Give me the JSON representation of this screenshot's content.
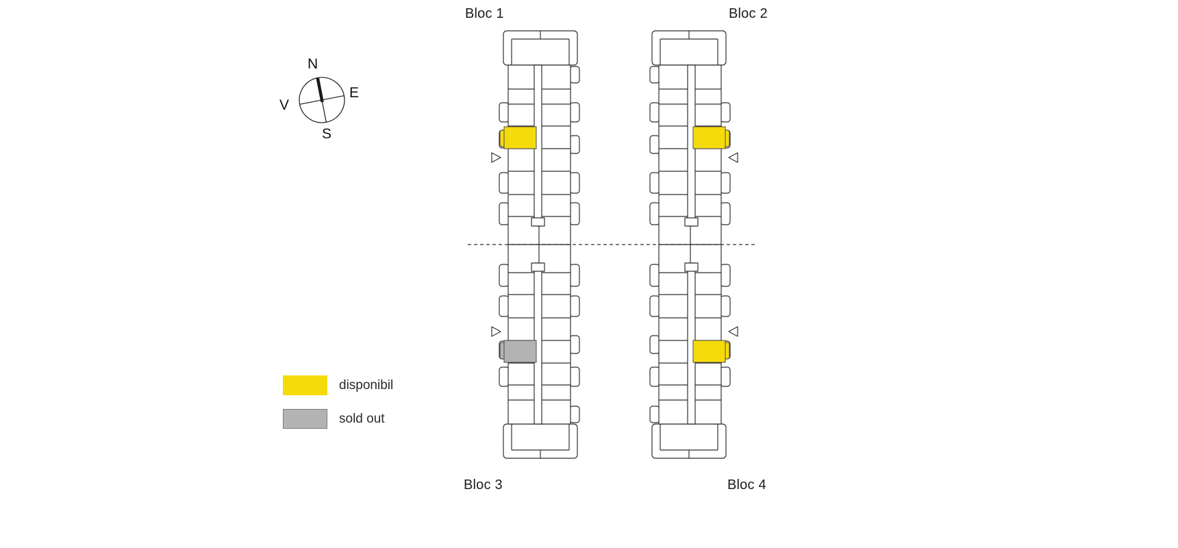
{
  "compass": {
    "n": "N",
    "e": "E",
    "s": "S",
    "v": "V"
  },
  "blocs": [
    {
      "label": "Bloc 1"
    },
    {
      "label": "Bloc 2"
    },
    {
      "label": "Bloc 3"
    },
    {
      "label": "Bloc 4"
    }
  ],
  "units": [
    {
      "bloc": "Bloc 1",
      "status": "disponibil",
      "color": "#F6DB0B"
    },
    {
      "bloc": "Bloc 2",
      "status": "disponibil",
      "color": "#F6DB0B"
    },
    {
      "bloc": "Bloc 3",
      "status": "sold out",
      "color": "#B3B3B3"
    },
    {
      "bloc": "Bloc 4",
      "status": "disponibil",
      "color": "#F6DB0B"
    }
  ],
  "legend": {
    "items": [
      {
        "label": "disponibil",
        "color": "#F6DB0B"
      },
      {
        "label": "sold out",
        "color": "#B3B3B3"
      }
    ]
  },
  "colors": {
    "available": "#F6DB0B",
    "sold_out": "#B3B3B3",
    "outline": "#2e2e2e",
    "text": "#1c1c1c"
  }
}
